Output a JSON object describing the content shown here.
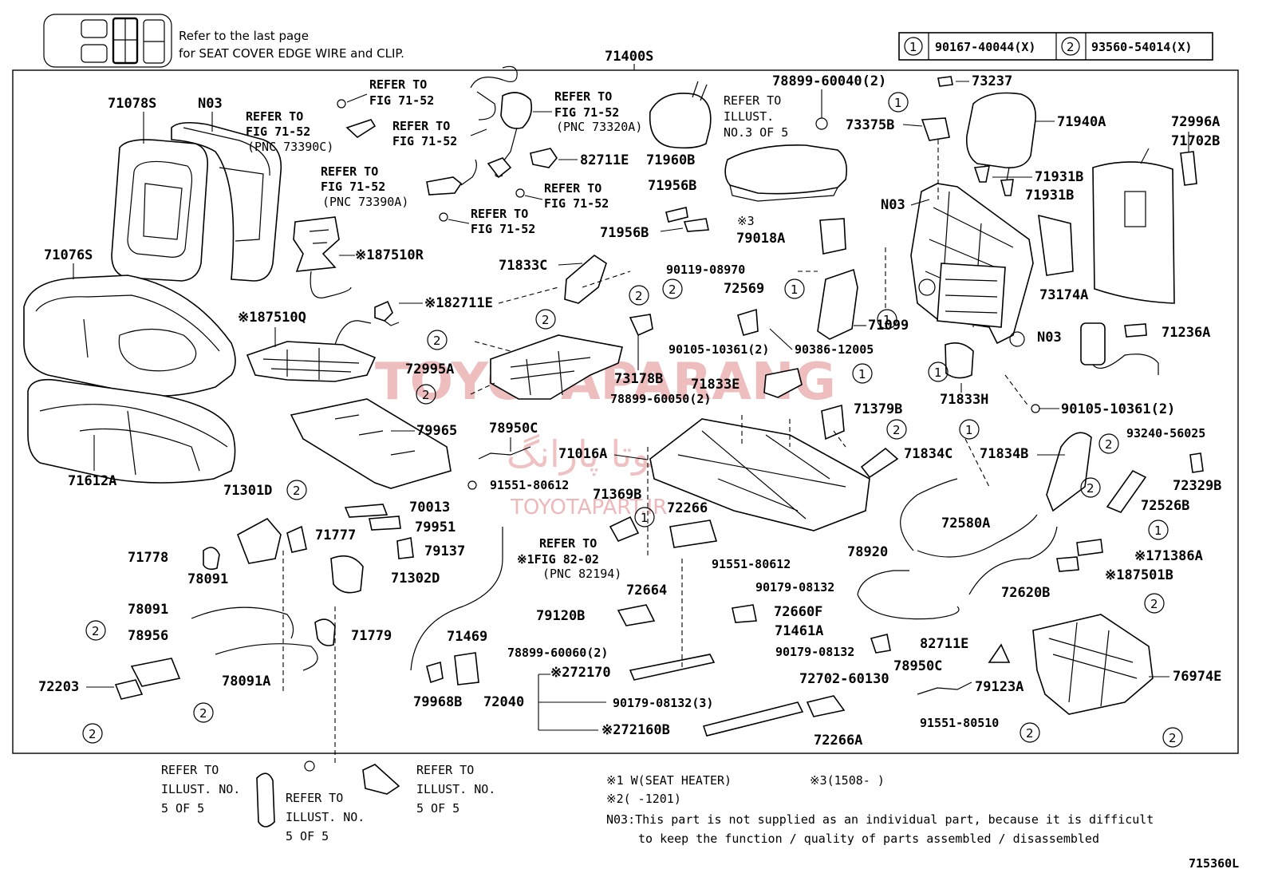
{
  "header": {
    "note_line1": "Refer to the last page",
    "note_line2": "for SEAT COVER EDGE WIRE and CLIP.",
    "assembly": "71400S",
    "legend": [
      {
        "num": "1",
        "part": "90167-40044(X)"
      },
      {
        "num": "2",
        "part": "93560-54014(X)"
      }
    ]
  },
  "watermark": {
    "brand": "TOYOTAPARANG",
    "site": "TOYOTAPART.IR",
    "persian": "تویوتا پارانگ"
  },
  "labels": {
    "l71078S": "71078S",
    "lN03a": "N03",
    "l71076S": "71076S",
    "l71612A": "71612A",
    "l87510R": "※187510R",
    "l87510Q": "※187510Q",
    "l82711Ea": "※182711E",
    "l82711Eb": "82711E",
    "l71960B": "71960B",
    "l71956Ba": "71956B",
    "l71956Bb": "71956B",
    "l79018A": "79018A",
    "l79018note": "※3",
    "l73237": "73237",
    "l78899_60040": "78899-60040(2)",
    "l73375B": "73375B",
    "l71940A": "71940A",
    "l72996A": "72996A",
    "l71702B": "71702B",
    "l71931Ba": "71931B",
    "l71931Bb": "71931B",
    "lN03b": "N03",
    "l73174A": "73174A",
    "lN03c": "N03",
    "l71236A": "71236A",
    "l71833C": "71833C",
    "l90119": "90119-08970",
    "l72569": "72569",
    "l71099": "71099",
    "l90105a": "90105-10361(2)",
    "l90386": "90386-12005",
    "l72995A": "72995A",
    "l73178B": "73178B",
    "l71833E": "71833E",
    "l78899_60050": "78899-60050(2)",
    "l71833H": "71833H",
    "l90105b": "90105-10361(2)",
    "l79965": "79965",
    "l78950Ca": "78950C",
    "l71016A": "71016A",
    "l71379B": "71379B",
    "l71834C": "71834C",
    "l71834B": "71834B",
    "l93240": "93240-56025",
    "l72329B": "72329B",
    "l72526B": "72526B",
    "l91551_80612a": "91551-80612",
    "l71369B": "71369B",
    "l72266": "72266",
    "l72580A": "72580A",
    "l71301D": "71301D",
    "l70013": "70013",
    "l79951": "79951",
    "l71777": "71777",
    "l79137": "79137",
    "l71778": "71778",
    "l78091a": "78091",
    "l71302D": "71302D",
    "l78091b": "78091",
    "l78956": "78956",
    "l71779": "71779",
    "l78091A": "78091A",
    "l72203": "72203",
    "l71469": "71469",
    "l79968B": "79968B",
    "l72040": "72040",
    "l72170": "※272170",
    "l72160B": "※272160B",
    "l90179_08132_3": "90179-08132(3)",
    "l72266A": "72266A",
    "l72702": "72702-60130",
    "l90179_08132a": "90179-08132",
    "l90179_08132b": "90179-08132",
    "l72664": "72664",
    "l79120B": "79120B",
    "l78899_60060": "78899-60060(2)",
    "l91551_80612b": "91551-80612",
    "l78920": "78920",
    "l72660F": "72660F",
    "l71461A": "71461A",
    "l82711Ec": "82711E",
    "l78950Cb": "78950C",
    "l91551_80510": "91551-80510",
    "l79123A": "79123A",
    "l72620B": "72620B",
    "l71386A": "※171386A",
    "l87501B": "※187501B",
    "l76974E": "76974E",
    "lref82": "REFER TO",
    "lref82b": "※1FIG 82-02",
    "lref82c": "(PNC 82194)",
    "l715360L": "715360L"
  },
  "refs": {
    "r1a": "REFER TO",
    "r1b": "FIG 71-52",
    "r2a": "REFER TO",
    "r2b": "FIG 71-52",
    "r2c": "(PNC 73390C)",
    "r3a": "REFER TO",
    "r3b": "FIG 71-52",
    "r4a": "REFER TO",
    "r4b": "FIG 71-52",
    "r4c": "(PNC 73320A)",
    "r5a": "REFER TO",
    "r5b": "FIG 71-52",
    "r5c": "(PNC 73390A)",
    "r6a": "REFER TO",
    "r6b": "FIG 71-52",
    "r7a": "REFER TO",
    "r7b": "FIG 71-52",
    "r8a": "REFER TO",
    "r8b": "ILLUST.",
    "r8c": "NO.3 OF 5",
    "b1a": "REFER TO",
    "b1b": "ILLUST. NO.",
    "b1c": "5 OF 5",
    "b2a": "REFER TO",
    "b2b": "ILLUST. NO.",
    "b2c": "5 OF 5",
    "b3a": "REFER TO",
    "b3b": "ILLUST. NO.",
    "b3c": "5 OF 5"
  },
  "footnotes": {
    "f1": "※1 W(SEAT HEATER)",
    "f3": "※3(1508-    )",
    "f2": "※2(    -1201)",
    "n03a": "N03:This part is not supplied as an individual part, because it is difficult",
    "n03b": "to keep the function / quality of parts assembled / disassembled"
  }
}
